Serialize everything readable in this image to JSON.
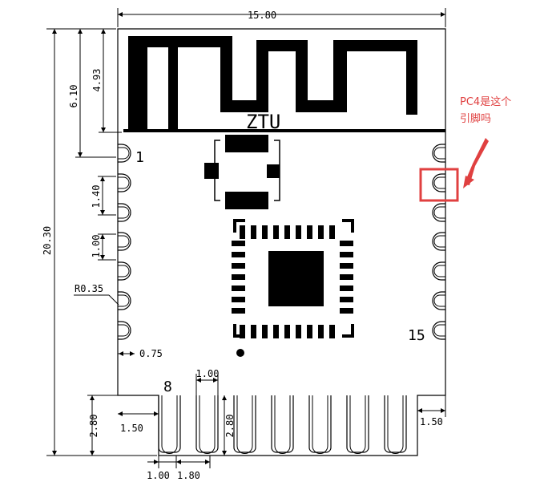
{
  "dimensions": {
    "width_top": "15.80",
    "height_left": "20.30",
    "top_to_pin1": "6.10",
    "antenna_height": "4.93",
    "pin_pitch": "1.40",
    "pad_width": "1.00",
    "pad_radius": "R0.35",
    "pad_offset": "0.75",
    "bottom_pad_width": "1.00",
    "bottom_height_left": "2.80",
    "bottom_height_mid": "2.80",
    "bottom_edge_left": "1.50",
    "bottom_edge_right": "1.50",
    "bottom_pad_w": "1.00",
    "bottom_pad_pitch": "1.80"
  },
  "labels": {
    "module": "ZTU",
    "pin_first_left": "1",
    "pin_last_right": "15",
    "pin_bottom": "8"
  },
  "annotation": {
    "line1": "PC4是这个",
    "line2": "引脚吗",
    "color": "#e04040"
  }
}
